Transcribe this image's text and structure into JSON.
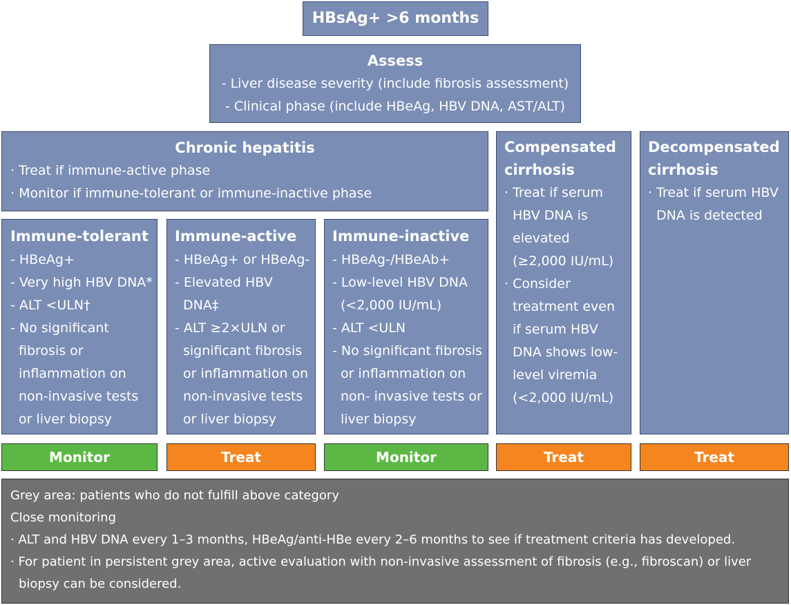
{
  "colors": {
    "box_fill": "#7a8db5",
    "box_border": "#3b4a6d",
    "monitor": "#5cb844",
    "treat": "#f5851f",
    "grey_area": "#707070"
  },
  "start": {
    "label": "HBsAg+ >6 months"
  },
  "assess": {
    "title": "Assess",
    "items": [
      "- Liver disease severity (include fibrosis assessment)",
      "- Clinical phase (include HBeAg, HBV DNA, AST/ALT)"
    ]
  },
  "chronic": {
    "title": "Chronic hepatitis",
    "items": [
      "· Treat if immune-active phase",
      "· Monitor if immune-tolerant or immune-inactive phase"
    ]
  },
  "compensated": {
    "title": "Compensated cirrhosis",
    "items": [
      "· Treat if serum HBV DNA is elevated (≥2,000 IU/mL)",
      "· Consider treatment even if serum HBV DNA shows low-level viremia (<2,000 IU/mL)"
    ]
  },
  "decompensated": {
    "title": "Decompensated cirrhosis",
    "items": [
      "· Treat if serum HBV DNA is detected"
    ]
  },
  "tolerant": {
    "title": "Immune-tolerant",
    "items": [
      "- HBeAg+",
      "- Very high HBV DNA*",
      "- ALT <ULN†",
      "- No significant fibrosis or inflammation on non-invasive tests or liver biopsy"
    ]
  },
  "active": {
    "title": "Immune-active",
    "items": [
      "- HBeAg+ or HBeAg-",
      "- Elevated HBV DNA‡",
      "- ALT ≥2×ULN or significant fibrosis or inflammation on non-invasive tests or liver biopsy"
    ]
  },
  "inactive": {
    "title": "Immune-inactive",
    "items": [
      "- HBeAg-/HBeAb+",
      "- Low-level HBV DNA (<2,000 IU/mL)",
      "- ALT <ULN",
      "- No significant fibrosis or inflammation on non- invasive tests or liver biopsy"
    ]
  },
  "outcomes": [
    "Monitor",
    "Treat",
    "Monitor",
    "Treat",
    "Treat"
  ],
  "grey": {
    "line1": "Grey area: patients who do not fulfill above category",
    "line2": "Close monitoring",
    "bullet1": "· ALT and HBV DNA every 1–3 months, HBeAg/anti-HBe every 2–6 months to see if treatment criteria has developed.",
    "bullet2": "· For patient in persistent grey area, active evaluation with non-invasive assessment of fibrosis (e.g., fibroscan) or liver biopsy can be considered."
  }
}
